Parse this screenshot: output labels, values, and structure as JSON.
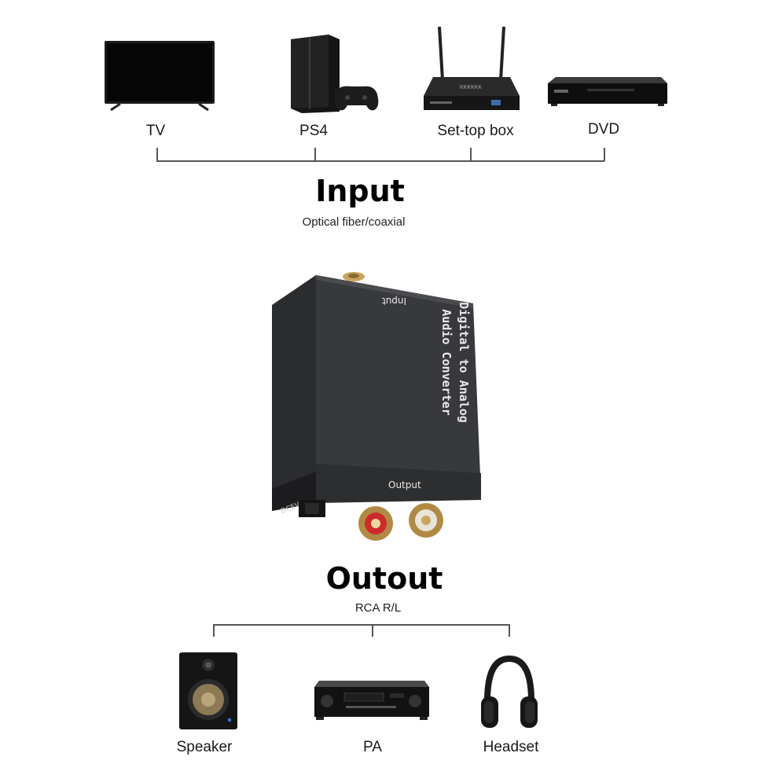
{
  "input_section": {
    "devices": [
      {
        "label": "TV",
        "icon": "tv-icon"
      },
      {
        "label": "PS4",
        "icon": "ps4-console-icon"
      },
      {
        "label": "Set-top box",
        "icon": "set-top-box-icon"
      },
      {
        "label": "DVD",
        "icon": "dvd-player-icon"
      }
    ],
    "heading": "Input",
    "subheading": "Optical fiber/coaxial"
  },
  "converter": {
    "top_label": "Input",
    "side_label_line1": "Digital to Analog",
    "side_label_line2": "Audio Converter",
    "output_label": "Output",
    "power_label": "DC5V"
  },
  "output_section": {
    "heading": "Outout",
    "subheading": "RCA R/L",
    "devices": [
      {
        "label": "Speaker",
        "icon": "speaker-icon"
      },
      {
        "label": "PA",
        "icon": "amplifier-icon"
      },
      {
        "label": "Headset",
        "icon": "headphones-icon"
      }
    ]
  }
}
